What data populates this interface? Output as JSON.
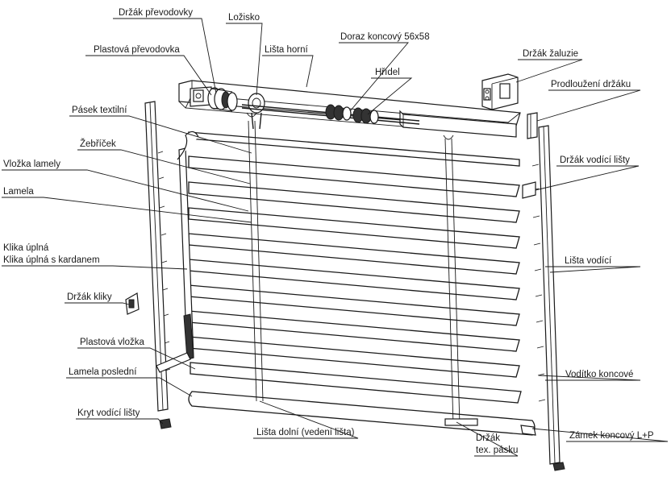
{
  "labels": {
    "drzak_prevodovky": "Držák převodovky",
    "lozisko": "Ložisko",
    "plastova_prevodovka": "Plastová převodovka",
    "lista_horni": "Lišta horní",
    "doraz_koncovy": "Doraz koncový 56x58",
    "hridel": "Hřídel",
    "drzak_zaluzie": "Držák žaluzie",
    "prodlouzeni_drzaku": "Prodloužení držáku",
    "pasek_textilni": "Pásek textilní",
    "zebricek": "Žebříček",
    "vlozka_lamely": "Vložka lamely",
    "lamela": "Lamela",
    "drzak_vodici_listy": "Držák vodící lišty",
    "klika_uplna": "Klika úplná",
    "klika_uplna_kardan": "Klika úplná s kardanem",
    "lista_vodici": "Lišta vodící",
    "drzak_kliky": "Držák kliky",
    "plastova_vlozka": "Plastová vložka",
    "lamela_posledni": "Lamela poslední",
    "voditko_koncove": "Vodítko koncové",
    "kryt_vodici_listy": "Kryt vodící lišty",
    "lista_dolni": "Lišta dolní (vedení lišta)",
    "drzak_tex_pasku_1": "Držák",
    "drzak_tex_pasku_2": "tex. pásku",
    "zamek_koncovy": "Zámek koncový L+P"
  },
  "colors": {
    "line": "#1a1a1a",
    "background": "#ffffff"
  }
}
